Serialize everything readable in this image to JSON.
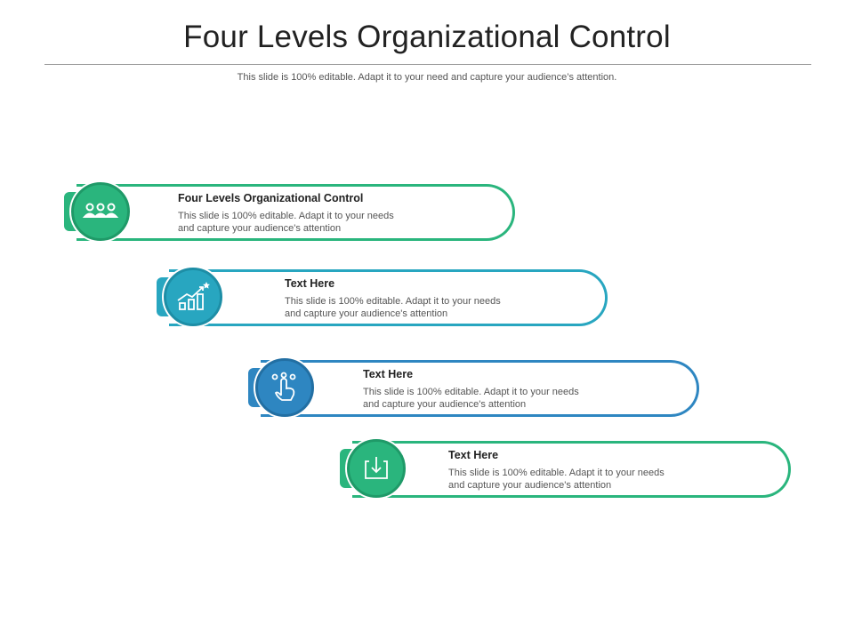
{
  "slide": {
    "title": "Four Levels Organizational Control",
    "subtitle": "This slide is 100% editable. Adapt it to your need and capture your audience’s attention."
  },
  "levels": [
    {
      "heading": "Four Levels Organizational Control",
      "body_line1": "This slide is 100% editable. Adapt it to your needs",
      "body_line2": "and capture your audience's attention",
      "icon": "people-group-icon",
      "color": "#2ab57d"
    },
    {
      "heading": "Text Here",
      "body_line1": "This slide is 100% editable. Adapt it to your needs",
      "body_line2": "and capture your audience's attention",
      "icon": "growth-chart-star-icon",
      "color": "#28a6c0"
    },
    {
      "heading": "Text Here",
      "body_line1": "This slide is 100% editable. Adapt it to your needs",
      "body_line2": "and capture your audience's attention",
      "icon": "hand-touch-icon",
      "color": "#2e86c1"
    },
    {
      "heading": "Text Here",
      "body_line1": "This slide is 100% editable. Adapt it to your needs",
      "body_line2": "and capture your audience's attention",
      "icon": "download-tray-icon",
      "color": "#2ab57d"
    }
  ]
}
